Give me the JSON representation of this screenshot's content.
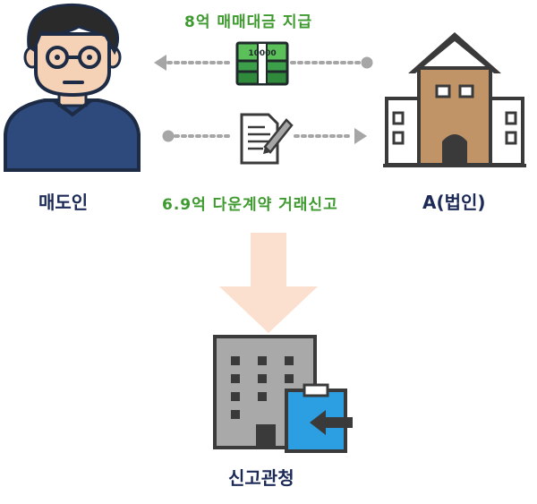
{
  "top_label": "8억 매매대금 지급",
  "middle_label": "6.9억 다운계약 거래신고",
  "seller_label": "매도인",
  "buyer_label": "A(법인)",
  "office_label": "신고관청",
  "banknote_text": "10000",
  "colors": {
    "green_text": "#3e9a2f",
    "navy_text": "#1c2a57",
    "dots": "#a6a6a6",
    "big_arrow": "#fbe0cf",
    "house": "#c09467",
    "clipboard": "#2b9fe2",
    "building": "#a9a9a9",
    "outline": "#3a3a3a"
  },
  "icons": [
    "seller-person-icon",
    "money-icon",
    "contract-document-icon",
    "house-icon",
    "government-building-icon",
    "clipboard-icon"
  ]
}
